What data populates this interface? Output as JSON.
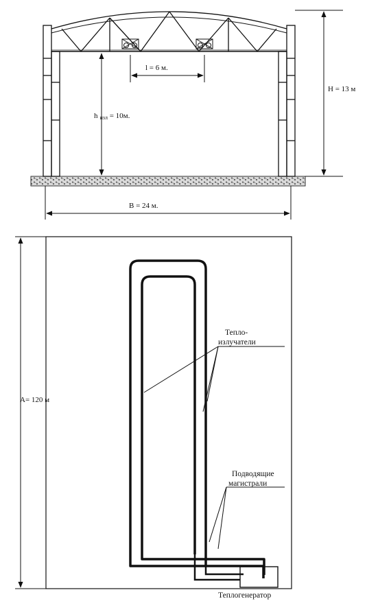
{
  "section": {
    "span_label": "l = 6 м.",
    "height_label": "H = 13 м",
    "clear_height_symbol": "h",
    "clear_height_subscript": "изл",
    "clear_height_value": " = 10м.",
    "width_label": "B = 24 м."
  },
  "plan": {
    "length_label": "A= 120 м",
    "emitters_label_line1": "Тепло-",
    "emitters_label_line2": "излучатели",
    "mains_label_line1": "Подводящие",
    "mains_label_line2": "магистрали",
    "generator_label": "Теплогенератор"
  }
}
